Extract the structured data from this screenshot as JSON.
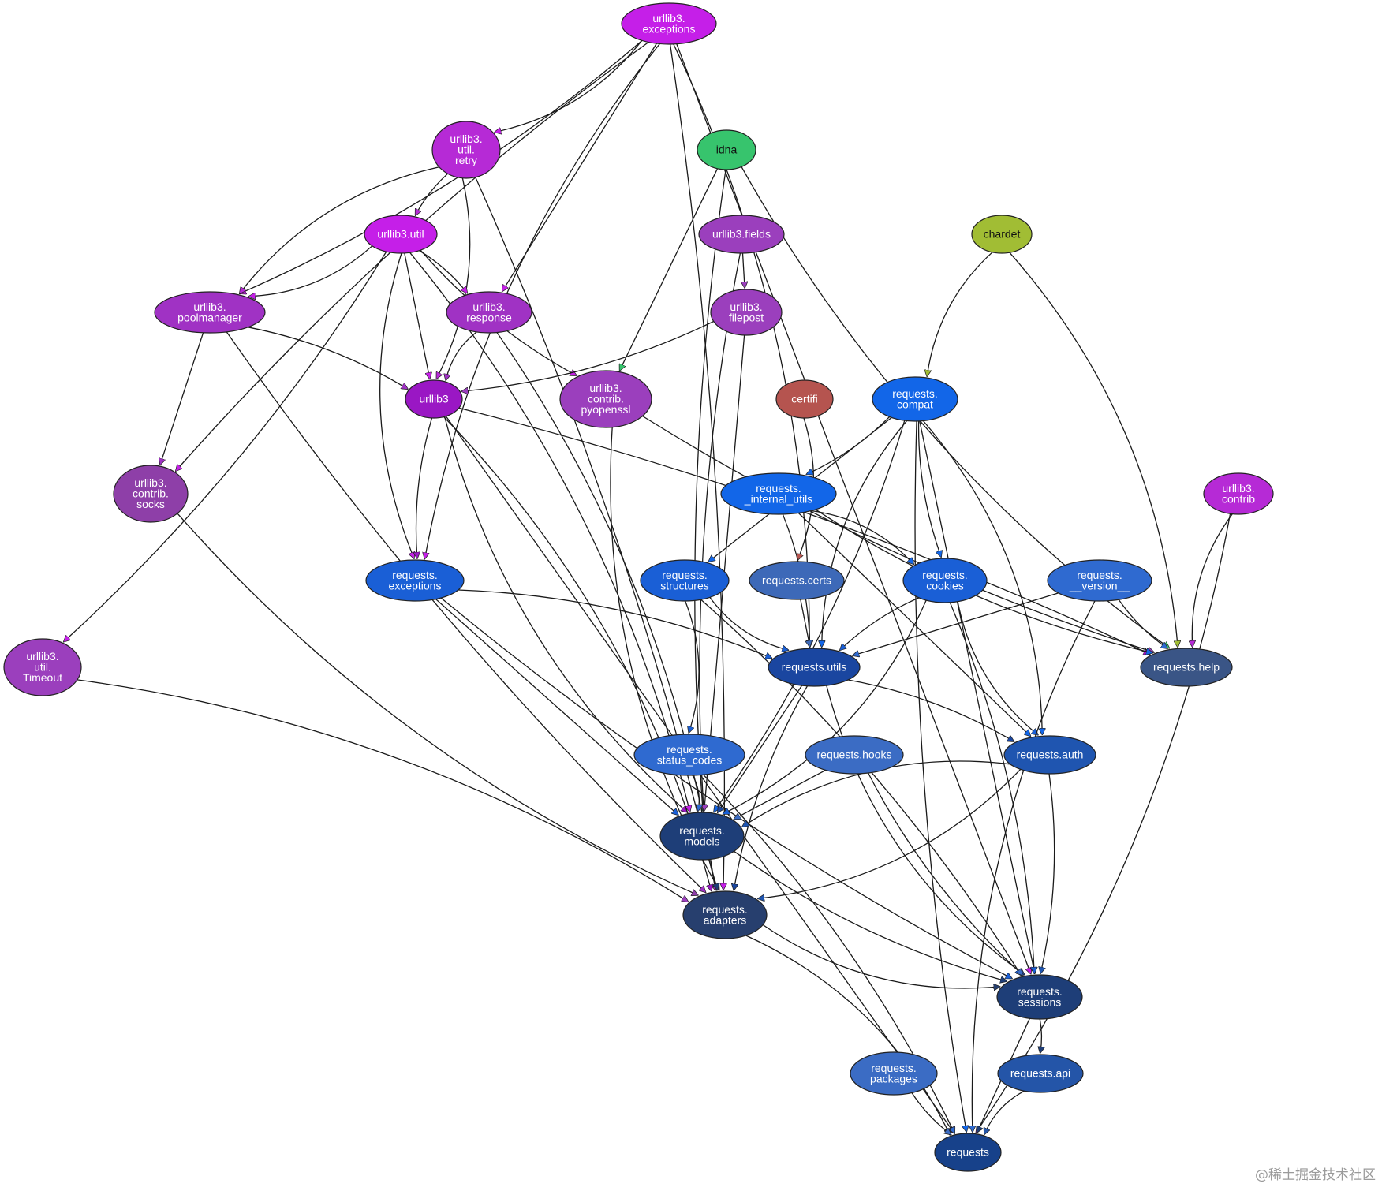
{
  "nodes": [
    {
      "id": "urllib3.exceptions",
      "lines": [
        "urllib3.",
        "exceptions"
      ],
      "color": "#c51fe8"
    },
    {
      "id": "urllib3.util.retry",
      "lines": [
        "urllib3.",
        "util.",
        "retry"
      ],
      "color": "#b62ad6"
    },
    {
      "id": "idna",
      "lines": [
        "idna"
      ],
      "color": "#37c46d",
      "text": "#111111"
    },
    {
      "id": "urllib3.util",
      "lines": [
        "urllib3.util"
      ],
      "color": "#c51fe8"
    },
    {
      "id": "urllib3.fields",
      "lines": [
        "urllib3.fields"
      ],
      "color": "#9b3fbd"
    },
    {
      "id": "chardet",
      "lines": [
        "chardet"
      ],
      "color": "#a1bd34",
      "text": "#111111"
    },
    {
      "id": "urllib3.poolmanager",
      "lines": [
        "urllib3.",
        "poolmanager"
      ],
      "color": "#a032c4"
    },
    {
      "id": "urllib3.response",
      "lines": [
        "urllib3.",
        "response"
      ],
      "color": "#a032c4"
    },
    {
      "id": "urllib3.filepost",
      "lines": [
        "urllib3.",
        "filepost"
      ],
      "color": "#9b3fbd"
    },
    {
      "id": "urllib3",
      "lines": [
        "urllib3"
      ],
      "color": "#9a17c4"
    },
    {
      "id": "urllib3.contrib.pyopenssl",
      "lines": [
        "urllib3.",
        "contrib.",
        "pyopenssl"
      ],
      "color": "#9b3fbd"
    },
    {
      "id": "certifi",
      "lines": [
        "certifi"
      ],
      "color": "#b5544f"
    },
    {
      "id": "requests.compat",
      "lines": [
        "requests.",
        "compat"
      ],
      "color": "#1266e8"
    },
    {
      "id": "urllib3.contrib.socks",
      "lines": [
        "urllib3.",
        "contrib.",
        "socks"
      ],
      "color": "#8e3fa8"
    },
    {
      "id": "requests._internal_utils",
      "lines": [
        "requests.",
        "_internal_utils"
      ],
      "color": "#1266e8"
    },
    {
      "id": "urllib3.contrib",
      "lines": [
        "urllib3.",
        "contrib"
      ],
      "color": "#b62ad6"
    },
    {
      "id": "requests.exceptions",
      "lines": [
        "requests.",
        "exceptions"
      ],
      "color": "#1a5fd6"
    },
    {
      "id": "requests.structures",
      "lines": [
        "requests.",
        "structures"
      ],
      "color": "#1a5fd6"
    },
    {
      "id": "requests.certs",
      "lines": [
        "requests.certs"
      ],
      "color": "#3d69b8"
    },
    {
      "id": "requests.cookies",
      "lines": [
        "requests.",
        "cookies"
      ],
      "color": "#1a5fd6"
    },
    {
      "id": "requests.__version__",
      "lines": [
        "requests.",
        "__version__"
      ],
      "color": "#2f6ad0"
    },
    {
      "id": "urllib3.util.Timeout",
      "lines": [
        "urllib3.",
        "util.",
        "Timeout"
      ],
      "color": "#9b3fbd"
    },
    {
      "id": "requests.utils",
      "lines": [
        "requests.utils"
      ],
      "color": "#1a46a0"
    },
    {
      "id": "requests.help",
      "lines": [
        "requests.help"
      ],
      "color": "#3a5586"
    },
    {
      "id": "requests.status_codes",
      "lines": [
        "requests.",
        "status_codes"
      ],
      "color": "#2f6ad0"
    },
    {
      "id": "requests.hooks",
      "lines": [
        "requests.hooks"
      ],
      "color": "#3b6cc4"
    },
    {
      "id": "requests.auth",
      "lines": [
        "requests.auth"
      ],
      "color": "#1f55b0"
    },
    {
      "id": "requests.models",
      "lines": [
        "requests.",
        "models"
      ],
      "color": "#1e3e78"
    },
    {
      "id": "requests.adapters",
      "lines": [
        "requests.",
        "adapters"
      ],
      "color": "#273f6e"
    },
    {
      "id": "requests.sessions",
      "lines": [
        "requests.",
        "sessions"
      ],
      "color": "#1e3e78"
    },
    {
      "id": "requests.packages",
      "lines": [
        "requests.",
        "packages"
      ],
      "color": "#3b6cc4"
    },
    {
      "id": "requests.api",
      "lines": [
        "requests.api"
      ],
      "color": "#2455a8"
    },
    {
      "id": "requests",
      "lines": [
        "requests"
      ],
      "color": "#17418a"
    }
  ],
  "edges": [
    [
      "urllib3.exceptions",
      "urllib3.util.retry"
    ],
    [
      "urllib3.exceptions",
      "urllib3.poolmanager"
    ],
    [
      "urllib3.exceptions",
      "urllib3.response"
    ],
    [
      "urllib3.exceptions",
      "urllib3.contrib.socks"
    ],
    [
      "urllib3.exceptions",
      "requests.exceptions"
    ],
    [
      "urllib3.exceptions",
      "requests.utils"
    ],
    [
      "urllib3.exceptions",
      "requests.adapters"
    ],
    [
      "urllib3.exceptions",
      "requests.sessions"
    ],
    [
      "urllib3.util.retry",
      "urllib3.util"
    ],
    [
      "urllib3.util.retry",
      "urllib3.poolmanager"
    ],
    [
      "urllib3.util.retry",
      "urllib3"
    ],
    [
      "urllib3.util.retry",
      "requests.adapters"
    ],
    [
      "idna",
      "urllib3.contrib.pyopenssl"
    ],
    [
      "idna",
      "requests.models"
    ],
    [
      "idna",
      "requests.help"
    ],
    [
      "urllib3.util",
      "urllib3.poolmanager"
    ],
    [
      "urllib3.util",
      "urllib3.response"
    ],
    [
      "urllib3.util",
      "urllib3"
    ],
    [
      "urllib3.util",
      "urllib3.contrib.pyopenssl"
    ],
    [
      "urllib3.util",
      "requests.exceptions"
    ],
    [
      "urllib3.util",
      "requests.models"
    ],
    [
      "urllib3.util",
      "urllib3.util.Timeout"
    ],
    [
      "urllib3.fields",
      "urllib3.filepost"
    ],
    [
      "urllib3.fields",
      "requests.models"
    ],
    [
      "chardet",
      "requests.compat"
    ],
    [
      "chardet",
      "requests.help"
    ],
    [
      "urllib3.poolmanager",
      "urllib3"
    ],
    [
      "urllib3.poolmanager",
      "urllib3.contrib.socks"
    ],
    [
      "urllib3.poolmanager",
      "requests.adapters"
    ],
    [
      "urllib3.response",
      "urllib3"
    ],
    [
      "urllib3.response",
      "requests.adapters"
    ],
    [
      "urllib3.filepost",
      "urllib3"
    ],
    [
      "urllib3.filepost",
      "requests.models"
    ],
    [
      "urllib3",
      "requests.exceptions"
    ],
    [
      "urllib3",
      "requests.models"
    ],
    [
      "urllib3",
      "requests.adapters"
    ],
    [
      "urllib3",
      "requests.help"
    ],
    [
      "urllib3",
      "requests"
    ],
    [
      "urllib3.contrib.pyopenssl",
      "requests.help"
    ],
    [
      "urllib3.contrib.pyopenssl",
      "requests.adapters"
    ],
    [
      "certifi",
      "requests.certs"
    ],
    [
      "requests.compat",
      "requests._internal_utils"
    ],
    [
      "requests.compat",
      "requests.structures"
    ],
    [
      "requests.compat",
      "requests.cookies"
    ],
    [
      "requests.compat",
      "requests.utils"
    ],
    [
      "requests.compat",
      "requests.auth"
    ],
    [
      "requests.compat",
      "requests.models"
    ],
    [
      "requests.compat",
      "requests.sessions"
    ],
    [
      "requests.compat",
      "requests"
    ],
    [
      "urllib3.contrib.socks",
      "requests.adapters"
    ],
    [
      "requests._internal_utils",
      "requests.cookies"
    ],
    [
      "requests._internal_utils",
      "requests.utils"
    ],
    [
      "requests._internal_utils",
      "requests.auth"
    ],
    [
      "requests._internal_utils",
      "requests.help"
    ],
    [
      "urllib3.contrib",
      "requests.help"
    ],
    [
      "urllib3.contrib",
      "requests"
    ],
    [
      "requests.exceptions",
      "requests.utils"
    ],
    [
      "requests.exceptions",
      "requests.models"
    ],
    [
      "requests.exceptions",
      "requests.sessions"
    ],
    [
      "requests.structures",
      "requests.utils"
    ],
    [
      "requests.structures",
      "requests.status_codes"
    ],
    [
      "requests.structures",
      "requests.sessions"
    ],
    [
      "requests.certs",
      "requests.utils"
    ],
    [
      "requests.cookies",
      "requests.utils"
    ],
    [
      "requests.cookies",
      "requests.auth"
    ],
    [
      "requests.cookies",
      "requests.models"
    ],
    [
      "requests.cookies",
      "requests.sessions"
    ],
    [
      "requests.__version__",
      "requests.utils"
    ],
    [
      "requests.__version__",
      "requests.help"
    ],
    [
      "requests.__version__",
      "requests"
    ],
    [
      "urllib3.util.Timeout",
      "requests.adapters"
    ],
    [
      "requests.utils",
      "requests.auth"
    ],
    [
      "requests.utils",
      "requests.models"
    ],
    [
      "requests.utils",
      "requests.adapters"
    ],
    [
      "requests.utils",
      "requests.sessions"
    ],
    [
      "requests.status_codes",
      "requests.models"
    ],
    [
      "requests.status_codes",
      "requests"
    ],
    [
      "requests.hooks",
      "requests.models"
    ],
    [
      "requests.hooks",
      "requests.sessions"
    ],
    [
      "requests.auth",
      "requests.models"
    ],
    [
      "requests.auth",
      "requests.adapters"
    ],
    [
      "requests.auth",
      "requests.sessions"
    ],
    [
      "requests.models",
      "requests.adapters"
    ],
    [
      "requests.models",
      "requests.sessions"
    ],
    [
      "requests.adapters",
      "requests.sessions"
    ],
    [
      "requests.adapters",
      "requests"
    ],
    [
      "requests.sessions",
      "requests.api"
    ],
    [
      "requests.sessions",
      "requests"
    ],
    [
      "requests.packages",
      "requests"
    ],
    [
      "requests.api",
      "requests"
    ]
  ],
  "watermark": "@稀土掘金技术社区"
}
